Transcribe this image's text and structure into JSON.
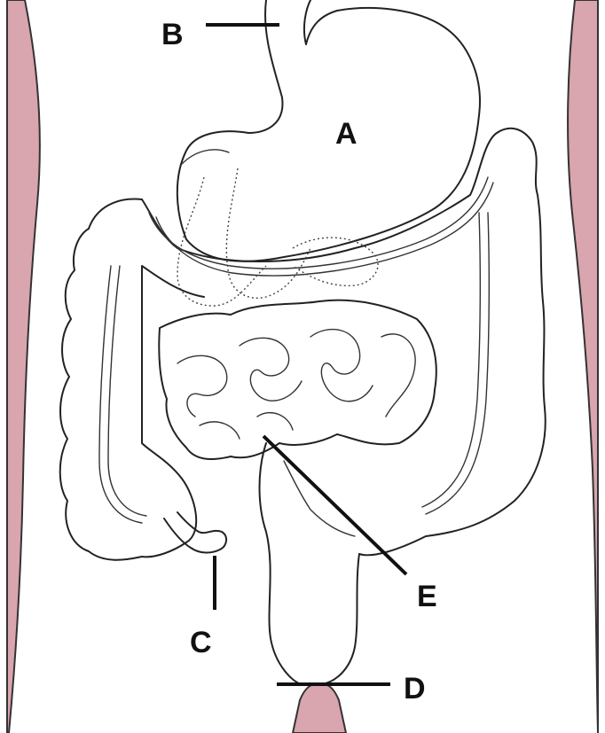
{
  "diagram": {
    "labels": {
      "a": "A",
      "b": "B",
      "c": "C",
      "d": "D",
      "e": "E"
    },
    "colors": {
      "skin": "#d9a5ae",
      "outline": "#222222",
      "background": "#ffffff"
    }
  }
}
